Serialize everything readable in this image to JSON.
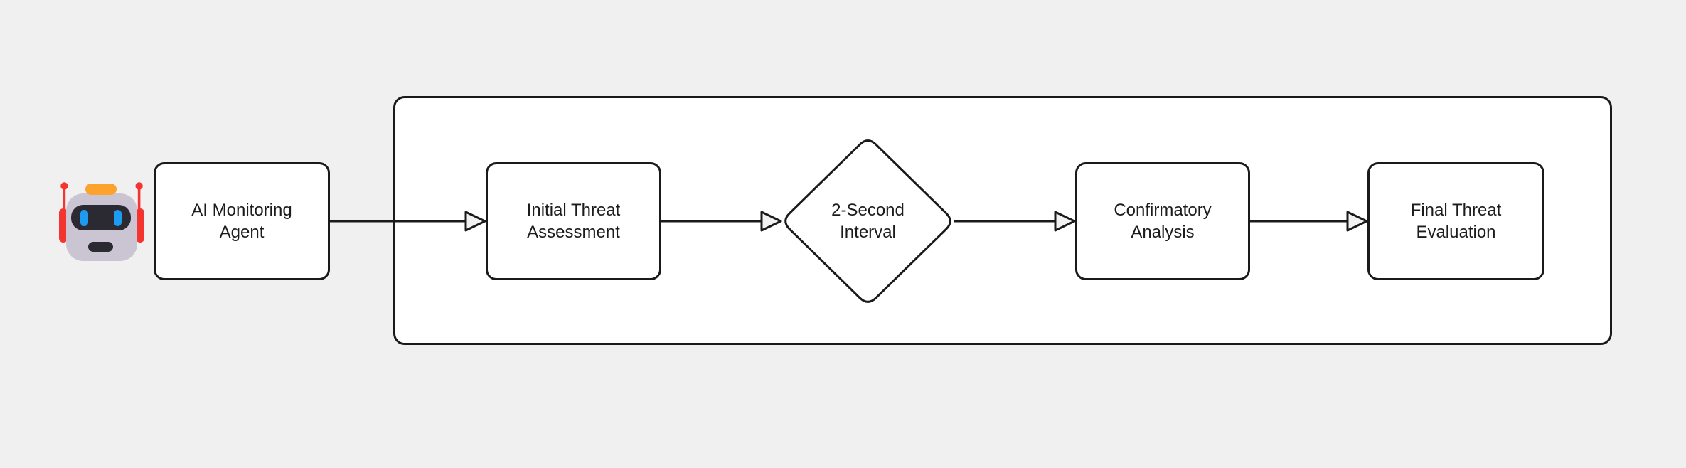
{
  "diagram": {
    "colors": {
      "background": "#f0f0f0",
      "stroke": "#1a1a1a",
      "node_fill": "#ffffff",
      "arrowhead_fill": "#f2f2f2",
      "text": "#1c1c1c"
    },
    "icons": {
      "robot": "robot-face-emoji"
    },
    "nodes": {
      "agent": {
        "line1": "AI Monitoring",
        "line2": "Agent"
      },
      "initial_assessment": {
        "line1": "Initial Threat",
        "line2": "Assessment"
      },
      "interval": {
        "line1": "2-Second",
        "line2": "Interval"
      },
      "confirmatory": {
        "line1": "Confirmatory",
        "line2": "Analysis"
      },
      "final_evaluation": {
        "line1": "Final Threat",
        "line2": "Evaluation"
      }
    },
    "edges": [
      {
        "from": "agent",
        "to": "initial_assessment"
      },
      {
        "from": "initial_assessment",
        "to": "interval"
      },
      {
        "from": "interval",
        "to": "confirmatory"
      },
      {
        "from": "confirmatory",
        "to": "final_evaluation"
      }
    ]
  }
}
